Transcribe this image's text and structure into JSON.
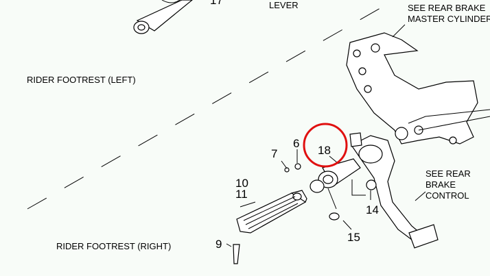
{
  "labels": {
    "top_part_number": "17",
    "top_lever": "LEVER",
    "see_master_cylinder_1": "SEE REAR BRAKE",
    "see_master_cylinder_2": "MASTER CYLINDER",
    "footrest_left": "RIDER FOOTREST (LEFT)",
    "footrest_right": "RIDER FOOTREST (RIGHT)",
    "see_brake_control_1": "SEE REAR",
    "see_brake_control_2": "BRAKE",
    "see_brake_control_3": "CONTROL"
  },
  "part_numbers": {
    "p6": "6",
    "p7": "7",
    "p9": "9",
    "p10": "10",
    "p11": "11",
    "p14": "14",
    "p15": "15",
    "p18": "18"
  },
  "highlight": {
    "part": "18",
    "color": "#e01010"
  }
}
